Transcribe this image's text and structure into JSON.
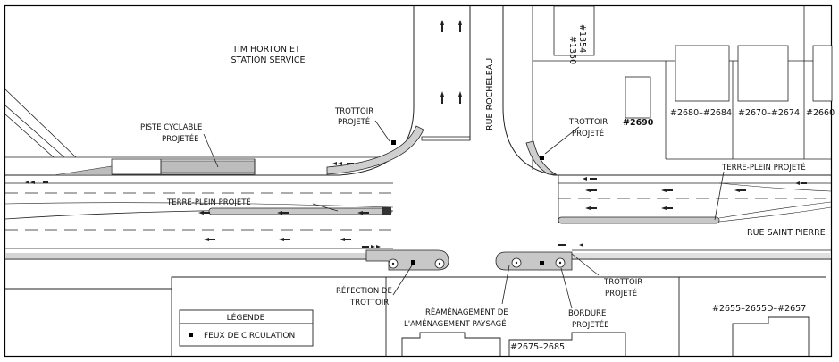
{
  "labels": {
    "tim_horton": [
      "TIM HORTON ET",
      "STATION SERVICE"
    ],
    "rue_rocheleau": "RUE ROCHELEAU",
    "rue_saint_pierre": "RUE SAINT PIERRE",
    "piste_cyclable": [
      "PISTE CYCLABLE",
      "PROJETÉE"
    ],
    "trottoir_left": [
      "TROTTOIR",
      "PROJETÉ"
    ],
    "trottoir_right": [
      "TROTTOIR",
      "PROJETÉ"
    ],
    "trottoir_bottom": [
      "TROTTOIR",
      "PROJETÉ"
    ],
    "terre_plein_left": "TERRE-PLEIN PROJETÉ",
    "terre_plein_right": "TERRE-PLEIN PROJETÉ",
    "refection": [
      "RÉFECTION DE",
      "TROTTOIR"
    ],
    "reamenagement": [
      "RÉAMÉNAGEMENT DE",
      "L'AMÉNAGEMENT PAYSAGÉ"
    ],
    "bordure": [
      "BORDURE",
      "PROJETÉE"
    ]
  },
  "addresses": {
    "a1350": "#1350",
    "a1354": "#1354",
    "a2690": "#2690",
    "a2680": "#2680–#2684",
    "a2670": "#2670–#2674",
    "a2660": "#2660",
    "a2655": "#2655–2655D–#2657",
    "a2675": "#2675–2685"
  },
  "legend": {
    "title": "LÉGENDE",
    "item": "FEUX DE CIRCULATION"
  }
}
